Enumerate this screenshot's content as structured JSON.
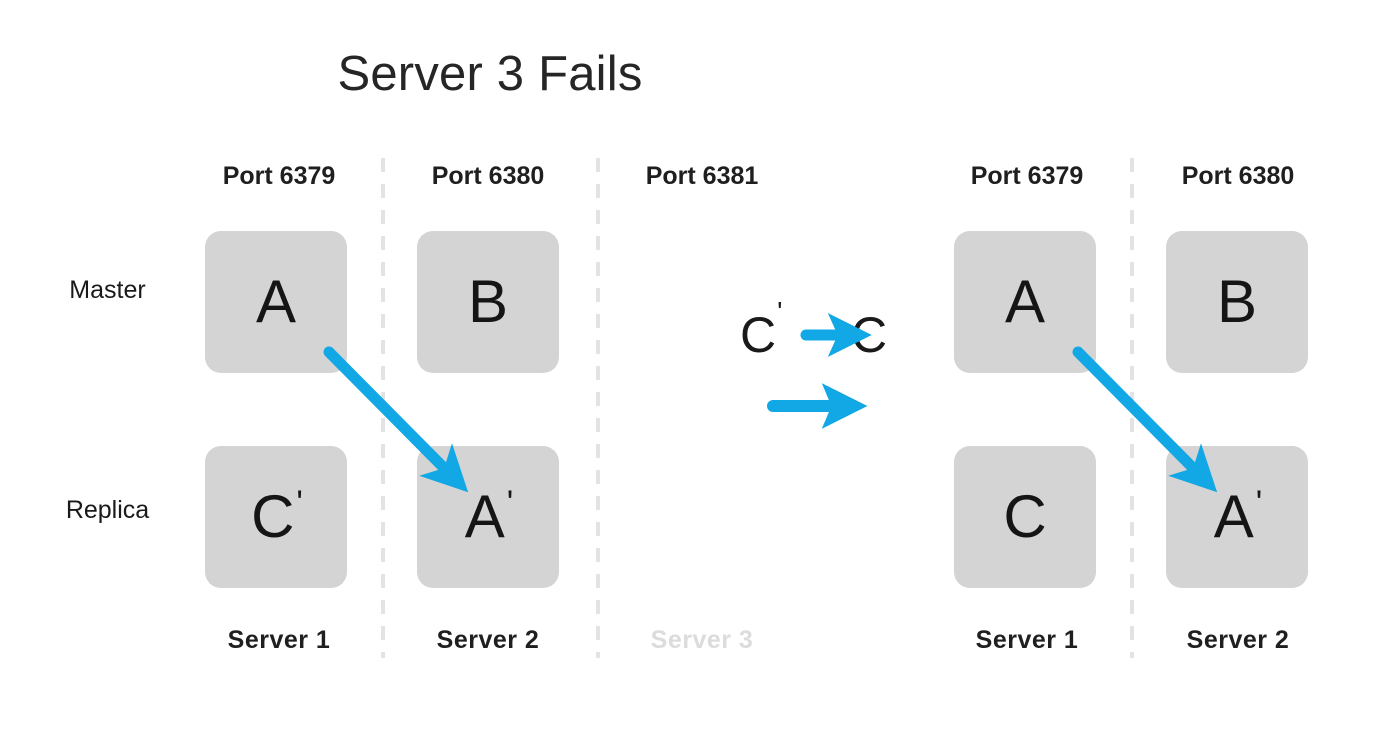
{
  "title": "Server 3 Fails",
  "rows": {
    "master_label": "Master",
    "replica_label": "Replica"
  },
  "colors": {
    "arrow_blue": "#12a7e5",
    "node_fill": "#d4d4d4",
    "text": "#1a1a1a",
    "divider": "#e3e3e3",
    "dimmed_text": "#dcdcdc"
  },
  "left_cluster": {
    "columns": [
      {
        "port": "Port 6379",
        "server": "Server 1",
        "failed": false,
        "master": {
          "letter": "A",
          "prime": ""
        },
        "replica": {
          "letter": "C",
          "prime": "'"
        }
      },
      {
        "port": "Port 6380",
        "server": "Server 2",
        "failed": false,
        "master": {
          "letter": "B",
          "prime": ""
        },
        "replica": {
          "letter": "A",
          "prime": "'"
        }
      },
      {
        "port": "Port 6381",
        "server": "Server 3",
        "failed": true,
        "master": null,
        "replica": null
      }
    ]
  },
  "middle": {
    "transition_from_letter": "C",
    "transition_from_prime": "'",
    "transition_to_letter": "C",
    "arrow_icon": "right-arrow-icon",
    "flow_arrow_icon": "right-arrow-icon"
  },
  "right_cluster": {
    "columns": [
      {
        "port": "Port 6379",
        "server": "Server 1",
        "failed": false,
        "master": {
          "letter": "A",
          "prime": ""
        },
        "replica": {
          "letter": "C",
          "prime": ""
        }
      },
      {
        "port": "Port 6380",
        "server": "Server 2",
        "failed": false,
        "master": {
          "letter": "B",
          "prime": ""
        },
        "replica": {
          "letter": "A",
          "prime": "'"
        }
      }
    ]
  },
  "replication_arrows": [
    {
      "name": "replication-arrow-left",
      "from": "master-A-server1",
      "to": "replica-A-prime-server2"
    },
    {
      "name": "replication-arrow-right",
      "from": "master-A-server1",
      "to": "replica-A-prime-server2"
    }
  ]
}
